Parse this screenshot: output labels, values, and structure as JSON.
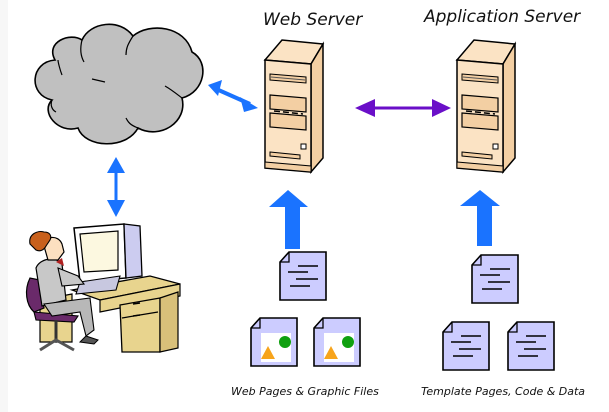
{
  "titles": {
    "web_server": "Web Server",
    "app_server": "Application Server"
  },
  "captions": {
    "web_files": "Web Pages & Graphic Files",
    "app_files": "Template Pages, Code & Data"
  },
  "nodes": [
    {
      "id": "internet",
      "icon": "cloud-icon"
    },
    {
      "id": "user",
      "icon": "user-at-computer-icon"
    },
    {
      "id": "web-server",
      "icon": "server-tower-icon"
    },
    {
      "id": "app-server",
      "icon": "server-tower-icon"
    }
  ],
  "connections": [
    {
      "from": "internet",
      "to": "web-server",
      "type": "bidirectional",
      "color": "#1a73ff"
    },
    {
      "from": "internet",
      "to": "user",
      "type": "bidirectional",
      "color": "#1a73ff"
    },
    {
      "from": "web-server",
      "to": "app-server",
      "type": "bidirectional",
      "color": "#6a0fc8"
    },
    {
      "from": "web-files",
      "to": "web-server",
      "type": "upward",
      "color": "#1a73ff"
    },
    {
      "from": "app-files",
      "to": "app-server",
      "type": "upward",
      "color": "#1a73ff"
    }
  ],
  "colors": {
    "cloud_fill": "#c0c0c0",
    "server_fill": "#fbe3c4",
    "server_side": "#f3cfa3",
    "doc_fill": "#ccccff",
    "arrow_blue": "#1a73ff",
    "arrow_purple": "#6a0fc8",
    "desk_fill": "#e8d48e"
  }
}
